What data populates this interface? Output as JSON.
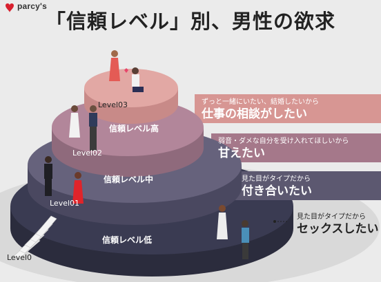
{
  "brand": {
    "name": "parcy's"
  },
  "title": "「信頼レベル」別、男性の欲求",
  "levels": [
    {
      "tag": "Level0",
      "tier_label": "",
      "sub": "見た目がタイプだから",
      "main": "セックスしたい"
    },
    {
      "tag": "Level01",
      "tier_label": "信頼レベル低",
      "sub": "見た目がタイプだから",
      "main": "付き合いたい"
    },
    {
      "tag": "Level02",
      "tier_label": "信頼レベル中",
      "sub": "弱音・ダメな自分を受け入れてほしいから",
      "main": "甘えたい"
    },
    {
      "tag": "Level03",
      "tier_label": "信頼レベル高",
      "sub": "ずっと一緒にいたい、結婚したいから",
      "main": "仕事の相談がしたい"
    }
  ],
  "colors": {
    "level3": "#d79693",
    "level2": "#a5788a",
    "level1": "#5c5870",
    "level0": "#333447",
    "brand_heart": "#d8202e"
  },
  "icons": [
    "heart-icon"
  ]
}
